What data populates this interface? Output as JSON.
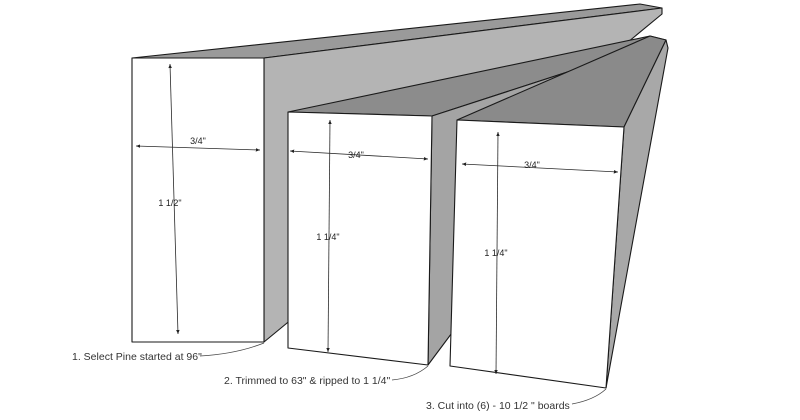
{
  "boards": [
    {
      "width_label": "3/4\"",
      "height_label": "1 1/2\""
    },
    {
      "width_label": "3/4\"",
      "height_label": "1 1/4\""
    },
    {
      "width_label": "3/4\"",
      "height_label": "1 1/4\""
    }
  ],
  "callouts": [
    {
      "text": "1. Select Pine started at 96\""
    },
    {
      "text": "2. Trimmed to 63\" & ripped to 1 1/4\""
    },
    {
      "text": "3. Cut into (6) - 10 1/2 \" boards"
    }
  ],
  "colors": {
    "front": "#ffffff",
    "top": "#9a9a9a",
    "side": "#b4b4b4",
    "edge": "#1a1a1a"
  }
}
